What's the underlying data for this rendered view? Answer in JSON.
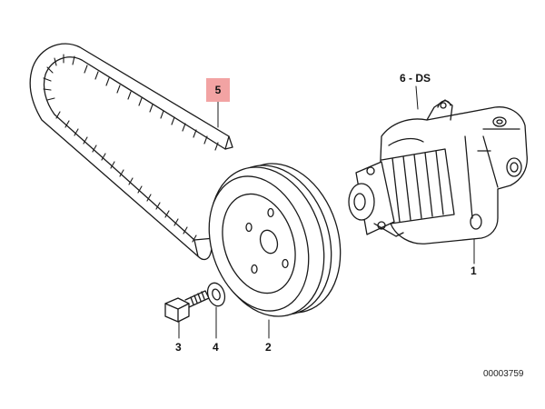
{
  "callouts": {
    "belt": "5",
    "pump": "6 - DS",
    "pump_body": "1",
    "pulley": "2",
    "bolt": "3",
    "washer": "4"
  },
  "drawing_number": "00003759",
  "colors": {
    "highlight": "#f2a3a3",
    "line": "#1a1a1a"
  }
}
